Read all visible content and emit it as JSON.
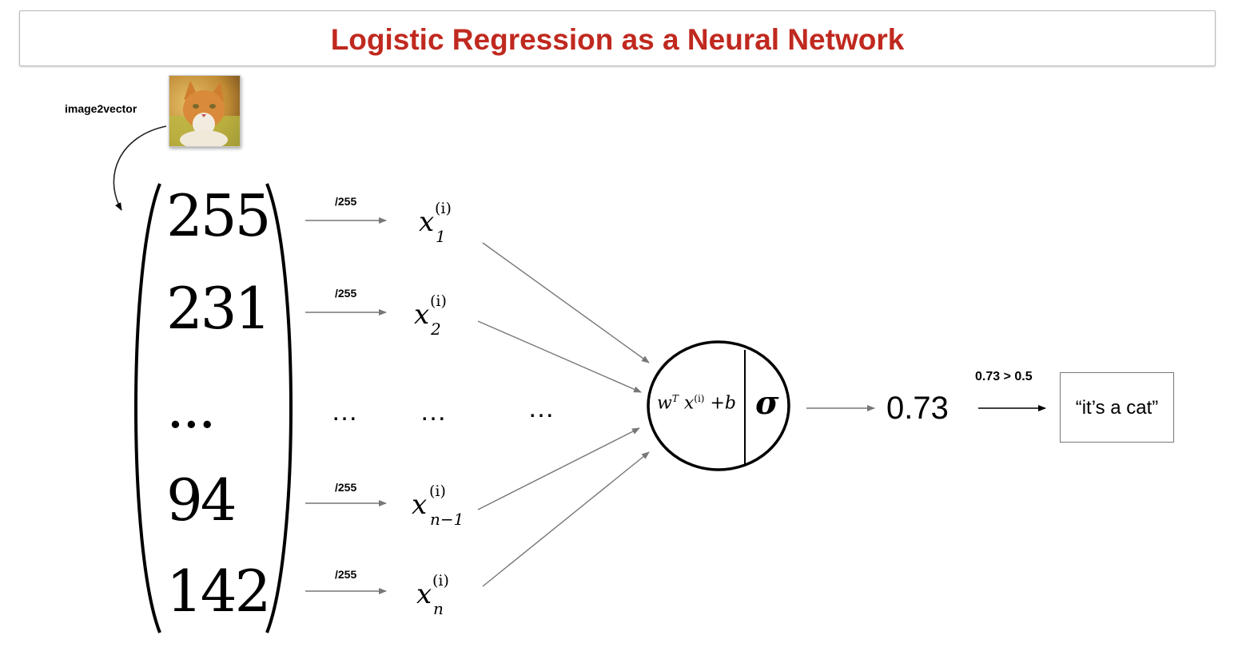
{
  "title": {
    "text": "Logistic Regression as a Neural Network",
    "color": "#c0291f"
  },
  "image_label": "image2vector",
  "image_icon": "cat-photo",
  "matrix": {
    "values": [
      "255",
      "231",
      "...",
      "94",
      "142"
    ]
  },
  "divide_labels": [
    "/255",
    "/255",
    "/255",
    "/255"
  ],
  "inputs": {
    "base": "x",
    "superscript": "(i)",
    "subscripts": [
      "1",
      "2",
      "n−1",
      "n"
    ],
    "ellipsis": "…"
  },
  "neuron": {
    "formula_w": "w",
    "formula_T": "T",
    "formula_x": "x",
    "formula_i": "(i)",
    "formula_tail": "+b",
    "activation": "σ"
  },
  "output": {
    "value": "0.73",
    "threshold": "0.73 > 0.5",
    "result": "“it’s a cat”"
  }
}
